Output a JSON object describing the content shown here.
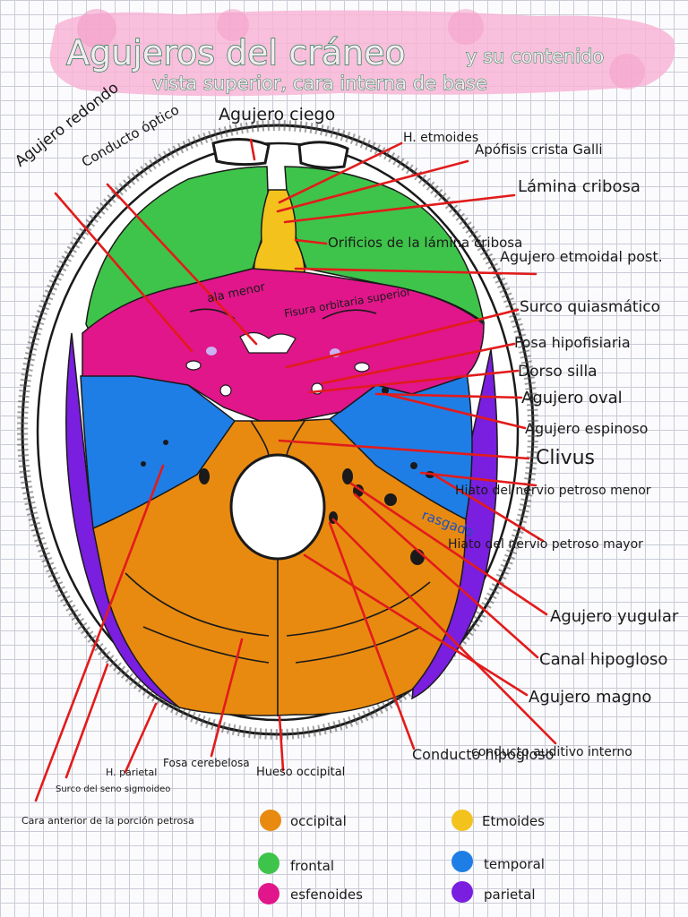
{
  "title": "Agujeros del cráneo",
  "title_suffix": "y su contenido",
  "subtitle": "vista superior, cara interna de base",
  "colors": {
    "occipital": "#e88a10",
    "etmoides": "#f3c21c",
    "frontal": "#3ec44a",
    "temporal": "#1f7ee6",
    "esfenoides": "#e0168a",
    "parietal": "#7a1ee0",
    "pointer": "#e21b1b",
    "title_bg": "#f7b5d6"
  },
  "labels": {
    "agujero_ciego": "Agujero ciego",
    "h_etmoides": "H. etmoides",
    "apofisis": "Apófisis crista Galli",
    "lamina": "Lámina cribosa",
    "orificios": "Orificios de la lámina cribosa",
    "ag_etmoidal": "Agujero etmoidal post.",
    "surco_quiasmatico": "Surco quiasmático",
    "fosa_hipofisiaria": "Fosa hipofisiaria",
    "dorso_silla": "Dorso silla",
    "ag_oval": "Agujero oval",
    "ag_espinoso": "Agujero espinoso",
    "clivus": "Clivus",
    "hiato_menor": "Hiato del nervio petroso menor",
    "hiato_mayor": "Hiato del nervio petroso mayor",
    "ag_yugular": "Agujero yugular",
    "canal_hipogloso": "Canal hipogloso",
    "ag_magno": "Agujero magno",
    "conducto_auditivo": "conducto auditivo interno",
    "conducto_hipogloso": "Conducto hipogloso",
    "hueso_occipital": "Hueso occipital",
    "fosa_cerebelosa": "Fosa cerebelosa",
    "h_parietal": "H. parietal",
    "surco_sigmoideo": "Surco del seno sigmoideo",
    "cara_anterior": "Cara anterior de la porción petrosa",
    "ag_redondo": "Agujero redondo",
    "conducto_optico": "Conducto óptico",
    "ala_menor": "ala menor",
    "fisura_orbitaria": "Fisura orbitaria superior",
    "rasgado": "rasgado"
  },
  "legend": [
    {
      "label": "occipital",
      "color": "#e88a10"
    },
    {
      "label": "Etmoides",
      "color": "#f3c21c"
    },
    {
      "label": "frontal",
      "color": "#3ec44a"
    },
    {
      "label": "temporal",
      "color": "#1f7ee6"
    },
    {
      "label": "esfenoides",
      "color": "#e0168a"
    },
    {
      "label": "parietal",
      "color": "#7a1ee0"
    }
  ]
}
